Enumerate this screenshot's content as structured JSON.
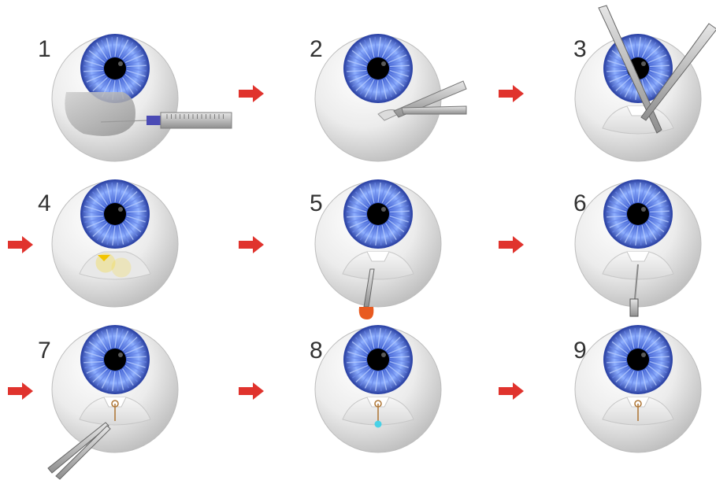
{
  "steps": [
    {
      "number": "1",
      "tool": "syringe"
    },
    {
      "number": "2",
      "tool": "scalpel"
    },
    {
      "number": "3",
      "tool": "scissors"
    },
    {
      "number": "4",
      "tool": "cautery-marks"
    },
    {
      "number": "5",
      "tool": "trephine"
    },
    {
      "number": "6",
      "tool": "drill"
    },
    {
      "number": "7",
      "tool": "forceps-implant"
    },
    {
      "number": "8",
      "tool": "implant-light"
    },
    {
      "number": "9",
      "tool": "implant-sealed"
    }
  ],
  "colors": {
    "iris": "#5e7ee0",
    "iris_dark": "#2f46a8",
    "pupil": "#000000",
    "sclera": "#f2f2f2",
    "arrow": "#e0332d",
    "tool_metal": "#b8b8b8",
    "syringe_plunger": "#4b4bb5",
    "cap_orange": "#e85a20",
    "cautery_yellow": "#f5dc3c",
    "implant_cyan": "#39d0e8"
  },
  "icons": {
    "arrow": "arrow-right-icon"
  }
}
